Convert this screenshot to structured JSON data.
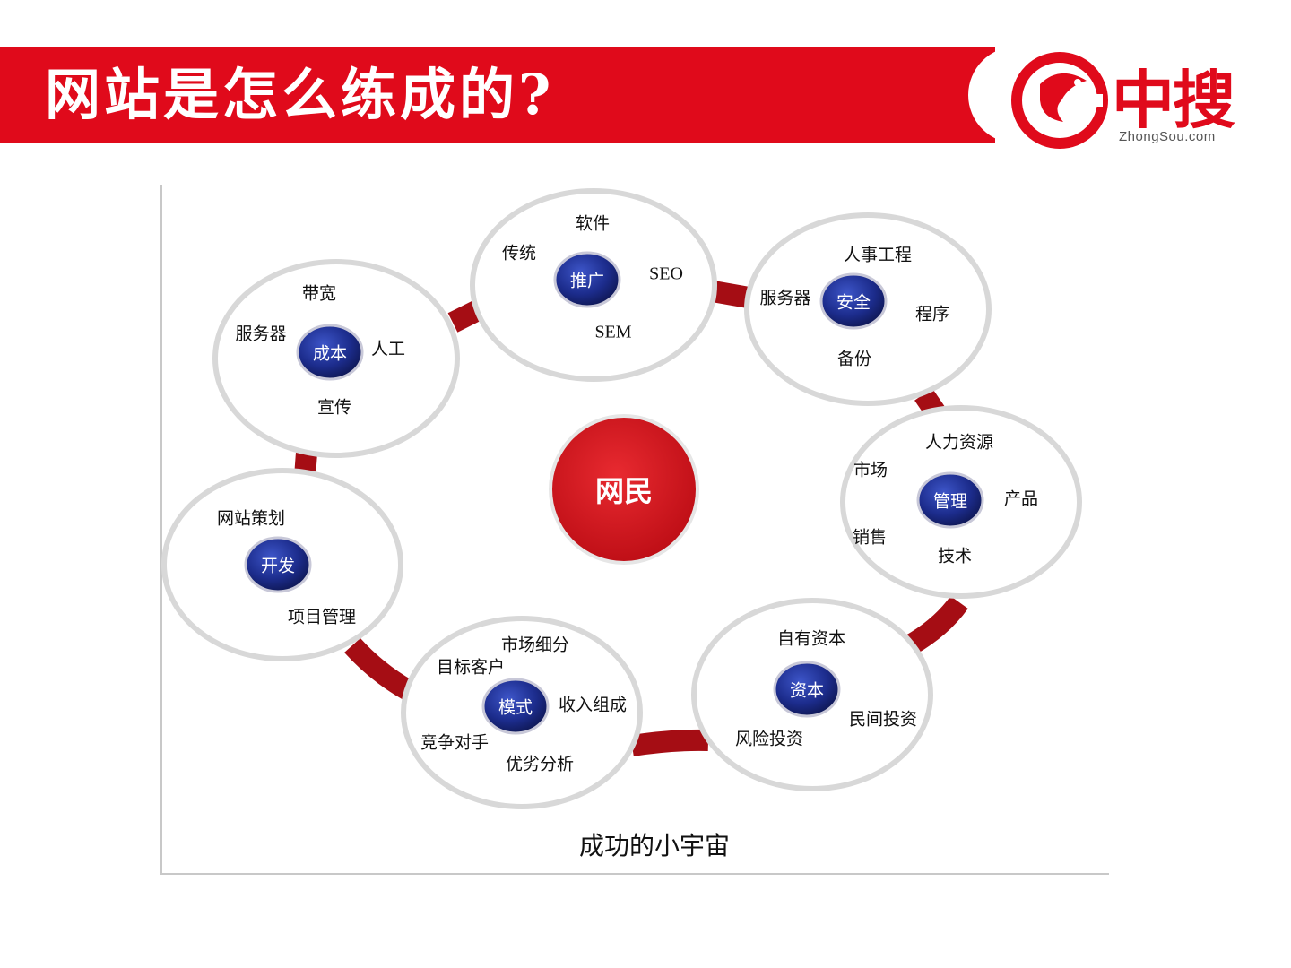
{
  "header": {
    "title": "网站是怎么练成的?",
    "logo_text": "中搜",
    "logo_domain": "ZhongSou.com",
    "accent_color": "#e00a1b"
  },
  "diagram": {
    "center": "网民",
    "caption": "成功的小宇宙",
    "nodes": {
      "promotion": {
        "hub": "推广",
        "items": [
          "软件",
          "传统",
          "SEO",
          "SEM"
        ]
      },
      "security": {
        "hub": "安全",
        "items": [
          "人事工程",
          "服务器",
          "程序",
          "备份"
        ]
      },
      "management": {
        "hub": "管理",
        "items": [
          "人力资源",
          "市场",
          "产品",
          "销售",
          "技术"
        ]
      },
      "capital": {
        "hub": "资本",
        "items": [
          "自有资本",
          "民间投资",
          "风险投资"
        ]
      },
      "model": {
        "hub": "模式",
        "items": [
          "市场细分",
          "目标客户",
          "收入组成",
          "竞争对手",
          "优劣分析"
        ]
      },
      "development": {
        "hub": "开发",
        "items": [
          "网站策划",
          "项目管理"
        ]
      },
      "cost": {
        "hub": "成本",
        "items": [
          "带宽",
          "服务器",
          "人工",
          "宣传"
        ]
      }
    },
    "colors": {
      "hub": "#1c2c8c",
      "center": "#d8101a",
      "ring_link": "#a50d14"
    }
  }
}
